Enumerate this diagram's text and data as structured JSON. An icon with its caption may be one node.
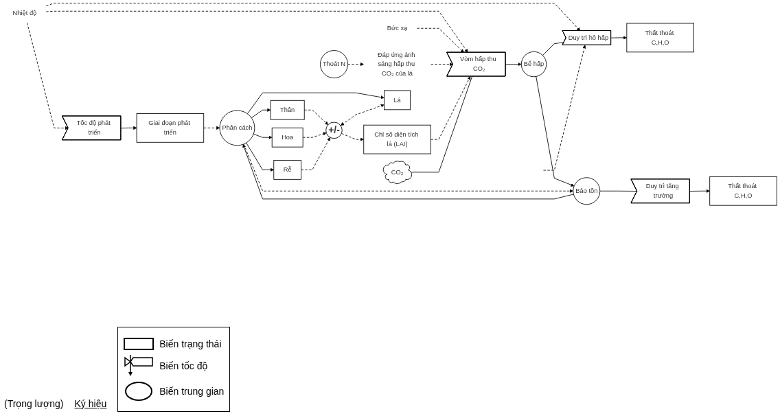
{
  "diagram": {
    "nodes": [
      {
        "text": [
          "Nhiệt độ"
        ]
      },
      {
        "text": [
          "Bức xạ"
        ]
      },
      {
        "text": [
          "Đáp ứng ánh sáng hấp thu CO₂ của lá"
        ]
      },
      {
        "text": [
          "Thoát N"
        ]
      },
      {
        "text": [
          "CO₂"
        ]
      },
      {
        "text": [
          "Tốc độ phát triển"
        ]
      },
      {
        "text": [
          "Giai đoạn phát triển"
        ]
      },
      {
        "text": [
          "Vòm hấp thu CO₂"
        ]
      },
      {
        "text": [
          "Chỉ số diện tích lá (LAI)"
        ]
      },
      {
        "text": [
          "+/-"
        ]
      },
      {
        "text": [
          "Bể hấp"
        ]
      },
      {
        "text": [
          "Bảo tồn"
        ]
      },
      {
        "text": [
          "Phân cách"
        ]
      },
      {
        "text": [
          "Lá"
        ]
      },
      {
        "text": [
          "Thân"
        ]
      },
      {
        "text": [
          "Hoa"
        ]
      },
      {
        "text": [
          "Rễ"
        ]
      },
      {
        "text": [
          "Duy trì hô hấp"
        ]
      },
      {
        "text": [
          "Thất thoát C,H,O"
        ]
      },
      {
        "text": [
          "Duy trì tăng trưởng"
        ]
      },
      {
        "text": [
          "Thất thoát C,H,O"
        ]
      }
    ],
    "edges": [
      {
        "from": 3,
        "to": 2,
        "arrow": "to",
        "style": "dashed"
      },
      {
        "from": 0,
        "to": 5,
        "arrow": "to",
        "style": "dashed"
      },
      {
        "from": 0,
        "to": 7,
        "arrow": "to",
        "style": "dashed"
      },
      {
        "from": 0,
        "to": 17,
        "arrow": "to",
        "style": "dashed"
      },
      {
        "from": 1,
        "to": 7,
        "arrow": "to",
        "style": "dashed"
      },
      {
        "from": 2,
        "to": 7,
        "arrow": "to",
        "style": "dashed"
      },
      {
        "from": 8,
        "to": 7,
        "arrow": "to",
        "style": "dashed"
      },
      {
        "from": 5,
        "to": 6,
        "arrow": "to"
      },
      {
        "from": 4,
        "to": 7,
        "arrow": "none"
      },
      {
        "from": 7,
        "to": 10,
        "arrow": "to"
      },
      {
        "from": 6,
        "to": 12,
        "arrow": "to",
        "style": "dashed"
      },
      {
        "from": 10,
        "to": 11,
        "arrow": "to"
      },
      {
        "from": 11,
        "to": 12,
        "arrow": "to"
      },
      {
        "from": 12,
        "to": 11,
        "arrow": "to",
        "style": "dashed"
      },
      {
        "from": 12,
        "to": 13,
        "arrow": "to"
      },
      {
        "from": 12,
        "to": 14,
        "arrow": "to"
      },
      {
        "from": 12,
        "to": 15,
        "arrow": "to"
      },
      {
        "from": 12,
        "to": 16,
        "arrow": "to"
      },
      {
        "from": 13,
        "to": 9,
        "arrow": "both",
        "style": "dashed"
      },
      {
        "from": 14,
        "to": 9,
        "arrow": "to",
        "style": "dashed"
      },
      {
        "from": 15,
        "to": 9,
        "arrow": "to",
        "style": "dashed"
      },
      {
        "from": 16,
        "to": 9,
        "arrow": "to",
        "style": "dashed"
      },
      {
        "from": 9,
        "to": 8,
        "arrow": "to",
        "style": "dashed"
      },
      {
        "from": 10,
        "to": 17,
        "arrow": "none"
      },
      {
        "from": 17,
        "to": 18,
        "arrow": "to"
      },
      {
        "from": 11,
        "to": 19,
        "arrow": "none"
      },
      {
        "from": 19,
        "to": 20,
        "arrow": "to"
      },
      {
        "from": null,
        "to": 17,
        "arrow": "to",
        "style": "dashed"
      }
    ],
    "labels": [
      "(Trọng lượng)",
      "Ký hiệu"
    ],
    "legend": [
      {
        "text": "Biến trạng thái"
      },
      {
        "text": "Biến tốc độ"
      },
      {
        "text": "Biến trung gian"
      }
    ]
  }
}
